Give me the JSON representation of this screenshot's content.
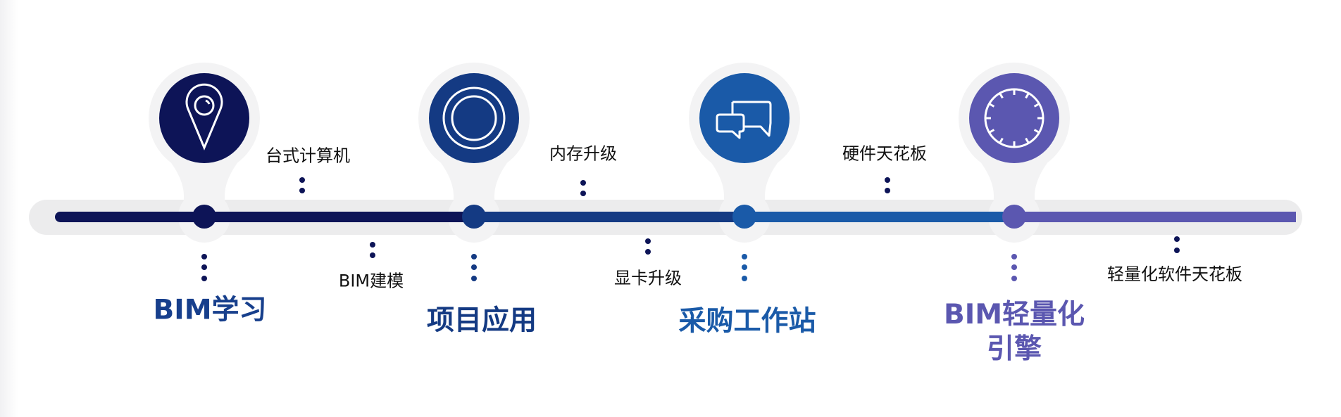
{
  "colors": {
    "stage1": "#0d1457",
    "stage2": "#143a83",
    "stage3": "#1a5aa8",
    "stage4": "#5b57b0",
    "track": "#ececed",
    "halo": "#f3f3f4"
  },
  "milestones": [
    {
      "title": "BIM学习",
      "icon": "location-pin-icon"
    },
    {
      "title": "项目应用",
      "icon": "double-circle-icon"
    },
    {
      "title": "采购工作站",
      "icon": "chat-bubbles-icon"
    },
    {
      "title_line1": "BIM轻量化",
      "title_line2": "引擎",
      "icon": "clock-dial-icon"
    }
  ],
  "notes": {
    "desktop": "台式计算机",
    "bim_modeling": "BIM建模",
    "memory": "内存升级",
    "gpu": "显卡升级",
    "hardware_ceiling": "硬件天花板",
    "software_ceiling": "轻量化软件天花板"
  }
}
